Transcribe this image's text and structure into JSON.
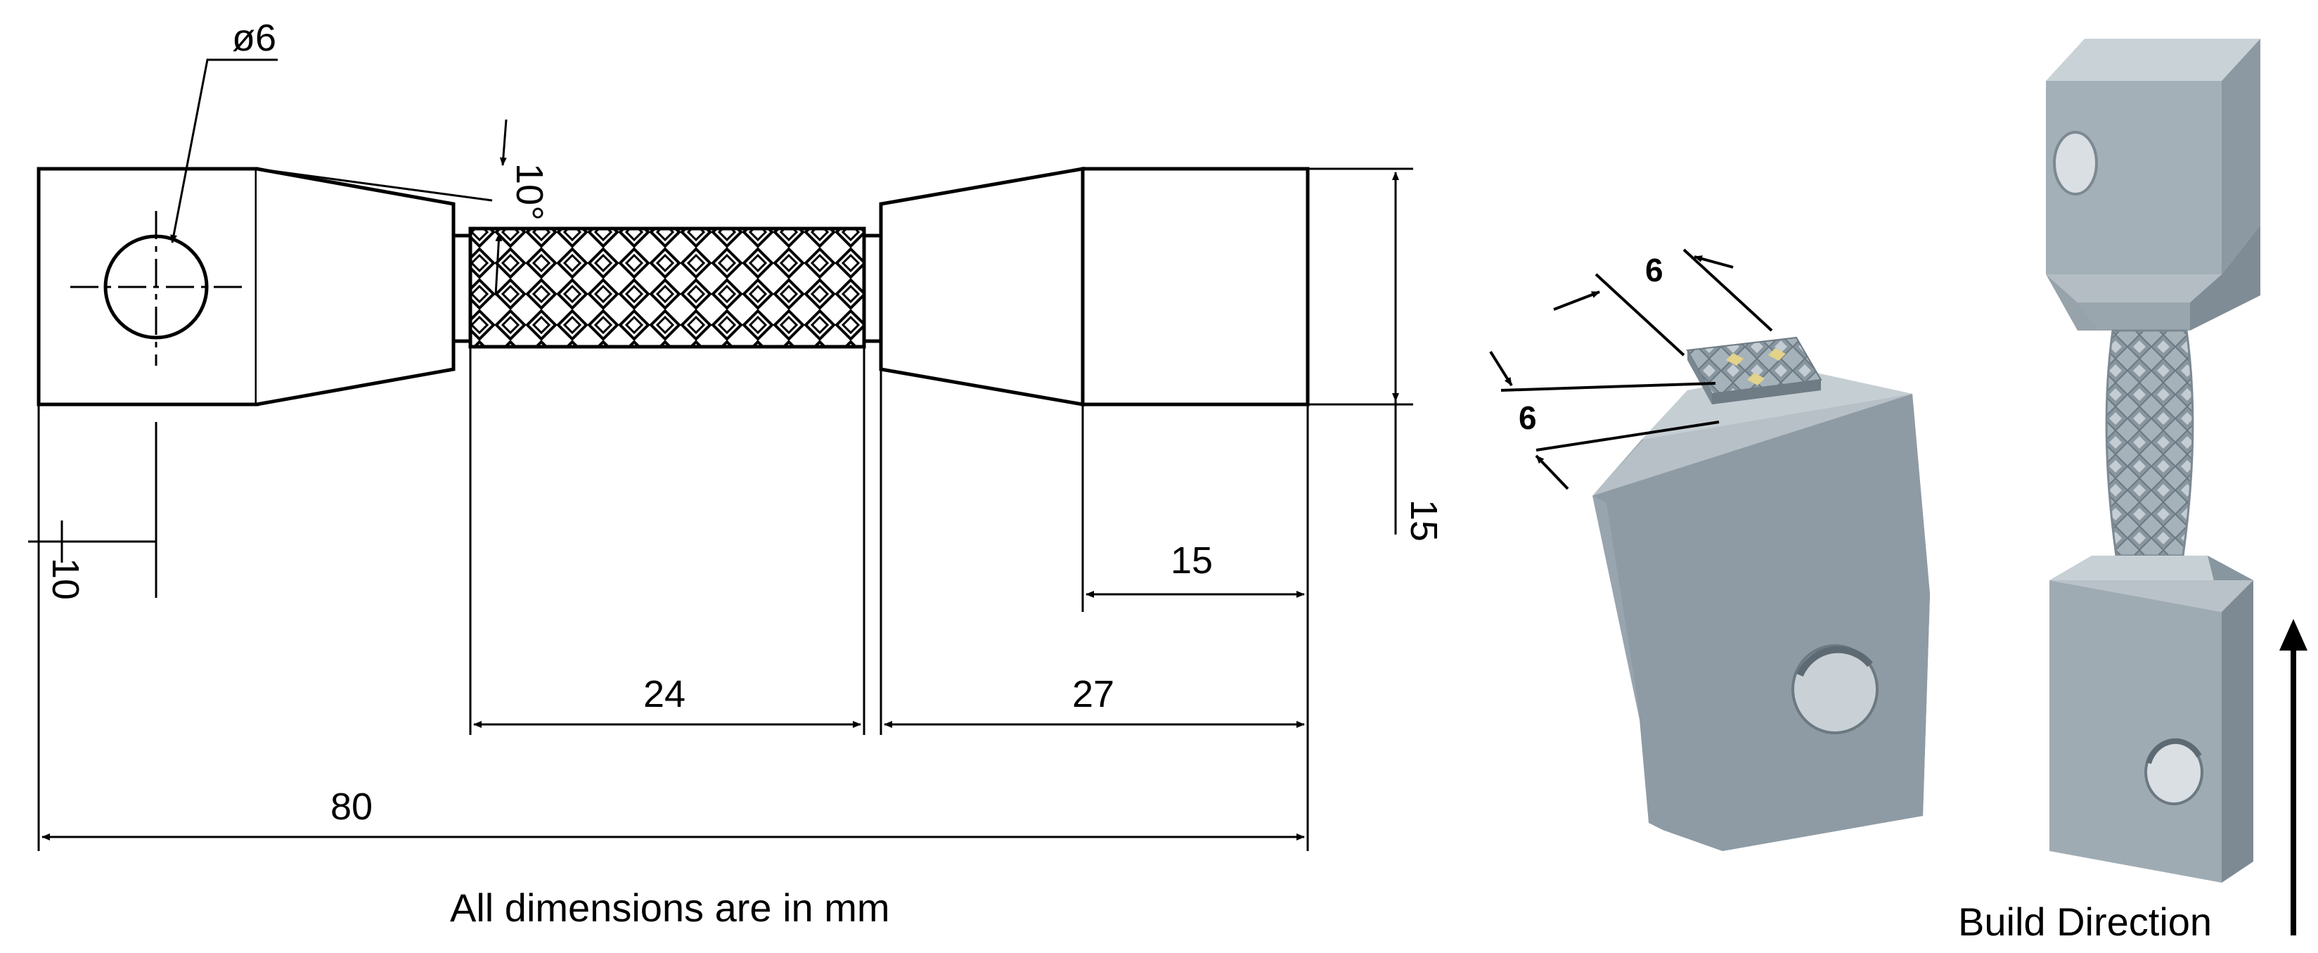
{
  "drawing": {
    "diameter_label": "ø6",
    "angle_label": "10°",
    "dim_10": "10",
    "dim_15_vertical": "15",
    "dim_15_horizontal": "15",
    "dim_24": "24",
    "dim_27": "27",
    "dim_80": "80",
    "units_note": "All dimensions are in mm"
  },
  "detail_view": {
    "dim_top": "6",
    "dim_side": "6"
  },
  "specimen_view": {
    "build_direction_label": "Build Direction"
  },
  "colors": {
    "line": "#000000",
    "metal_front": "#8e9ba4",
    "metal_side": "#6f7c85",
    "metal_top": "#bfc9cf",
    "lattice_highlight": "#e2d28a"
  }
}
